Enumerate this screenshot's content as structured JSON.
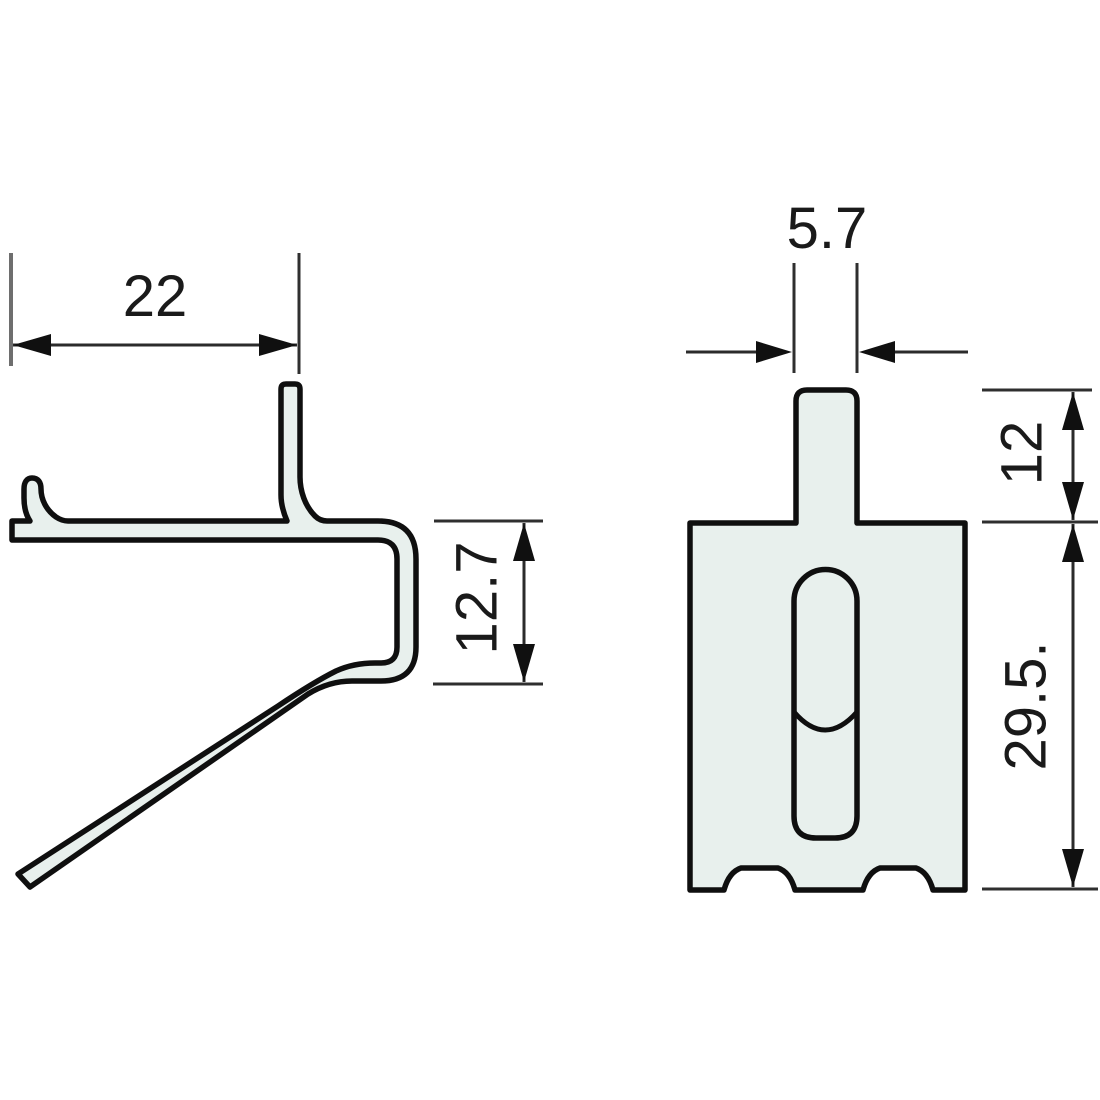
{
  "colors": {
    "background": "#ffffff",
    "part_fill": "#e8f0ed",
    "outline": "#0f0f0f",
    "dimension_line": "#2b2b2b",
    "extension_gray": "#6e6e6e",
    "text": "#1a1a1a"
  },
  "side_view": {
    "width_label": "22",
    "drop_height_label": "12.7"
  },
  "front_view": {
    "tab_width_label": "5.7",
    "tab_height_label": "12",
    "body_height_label": "29.5."
  }
}
